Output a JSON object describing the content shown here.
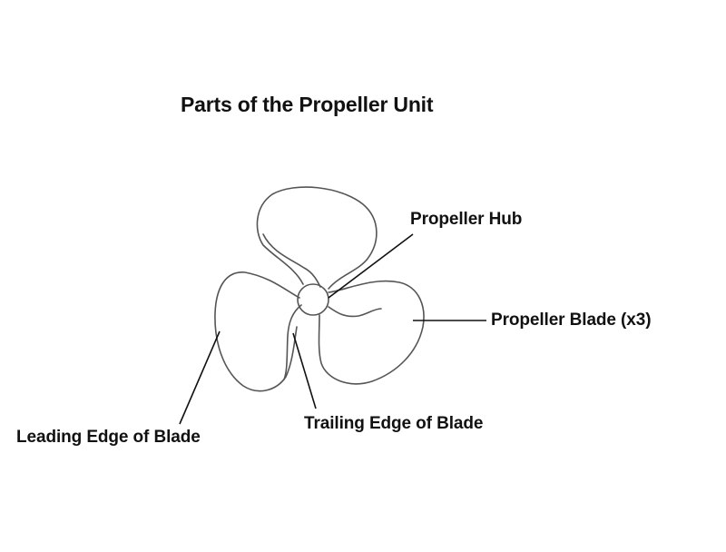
{
  "diagram": {
    "title": "Parts of the Propeller Unit",
    "subject": "three-blade propeller",
    "labels": {
      "hub": "Propeller Hub",
      "blade": "Propeller Blade (x3)",
      "trailing_edge": "Trailing Edge of Blade",
      "leading_edge": "Leading Edge of Blade"
    },
    "colors": {
      "background": "#ffffff",
      "text": "#111111",
      "outline": "#555555",
      "leader_lines": "#111111"
    }
  }
}
